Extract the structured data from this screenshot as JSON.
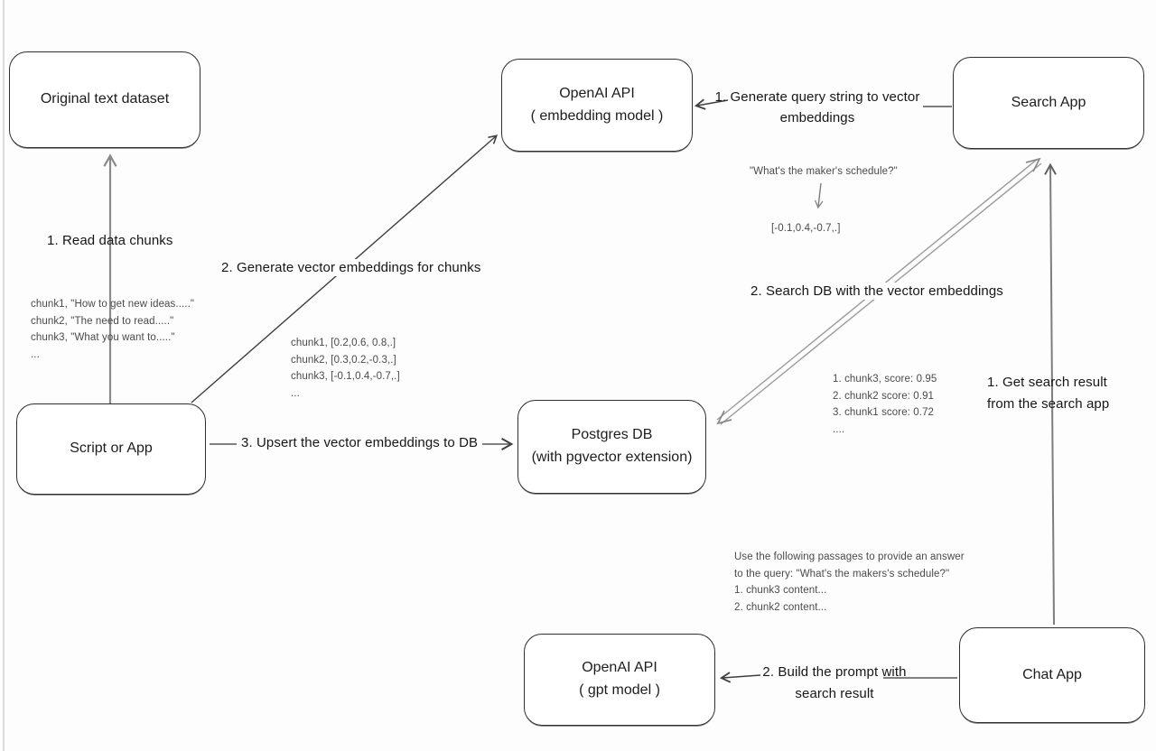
{
  "colors": {
    "background": "#fdfdfd",
    "ink": "#2e2e2e",
    "arrow_dark": "#3f3f3f",
    "arrow_gray": "#8a8a8a",
    "annotation_text": "#4a4a4a"
  },
  "nodes": {
    "original": {
      "label": "Original text dataset"
    },
    "embedding_api": {
      "line1": "OpenAI API",
      "line2": "( embedding model )"
    },
    "search_app": {
      "label": "Search App"
    },
    "script": {
      "label": "Script or App"
    },
    "postgres": {
      "line1": "Postgres DB",
      "line2": "(with pgvector extension)"
    },
    "gpt_api": {
      "line1": "OpenAI API",
      "line2": "( gpt model )"
    },
    "chat_app": {
      "label": "Chat App"
    }
  },
  "edges": {
    "read_chunks": {
      "label": "1. Read data chunks"
    },
    "gen_embeddings": {
      "label": "2. Generate vector embeddings for chunks"
    },
    "upsert": {
      "label": "3. Upsert the vector embeddings  to DB"
    },
    "query_to_vector": {
      "line1": "1. Generate query string to vector",
      "line2": "embeddings"
    },
    "search_db": {
      "label": "2. Search DB with the vector embeddings"
    },
    "get_result": {
      "line1": "1. Get search result",
      "line2": "from the search app"
    },
    "build_prompt": {
      "line1": "2. Build the prompt with",
      "line2": "search result"
    }
  },
  "annotations": {
    "chunk_samples": {
      "l1": "chunk1, \"How to get new ideas.....\"",
      "l2": "chunk2, \"The need to read.....\"",
      "l3": "chunk3, \"What you want to.....\"",
      "l4": "..."
    },
    "chunk_vectors": {
      "l1": "chunk1, [0.2,0.6, 0.8,.]",
      "l2": "chunk2, [0.3,0.2,-0.3,.]",
      "l3": "chunk3, [-0.1,0.4,-0.7,.]",
      "l4": "..."
    },
    "query_example": "\"What's the maker's schedule?\"",
    "query_vector": "[-0.1,0.4,-0.7,.]",
    "search_results": {
      "l1": "1. chunk3, score: 0.95",
      "l2": "2. chunk2 score: 0.91",
      "l3": "3. chunk1 score: 0.72",
      "l4": "...."
    },
    "prompt_preview": {
      "l1": "Use the following passages to provide an answer",
      "l2": "to the query: \"What's the makers's schedule?\"",
      "l3": "1. chunk3 content...",
      "l4": "2. chunk2 content..."
    }
  }
}
